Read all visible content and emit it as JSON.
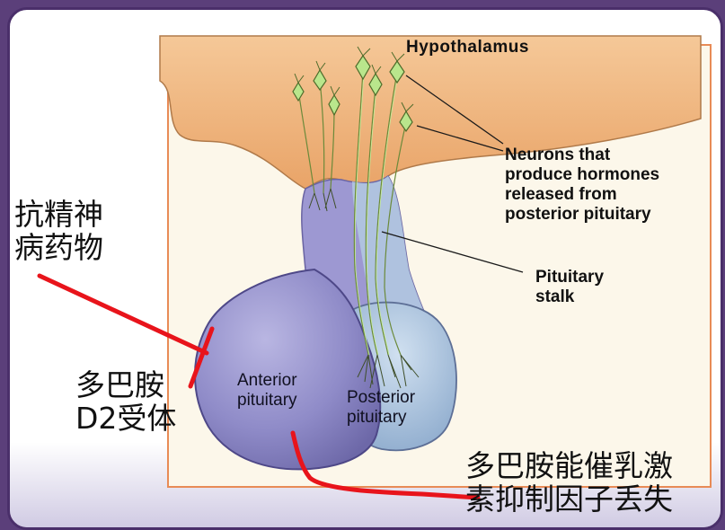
{
  "labels": {
    "hypothalamus": "Hypothalamus",
    "neurons": "Neurons that\nproduce hormones\nreleased from\nposterior pituitary",
    "stalk": "Pituitary\nstalk",
    "anterior": "Anterior\npituitary",
    "posterior": "Posterior\npituitary"
  },
  "annotations": {
    "antipsychotic": "抗精神\n病药物",
    "d2_receptor": "多巴胺\nD2受体",
    "prolactin": "多巴胺能催乳激\n素抑制因子丢失"
  },
  "colors": {
    "hypothalamus": "#f0b27a",
    "anterior": "#8a86c4",
    "posterior": "#a9c4e0",
    "neuron": "#b5e08c",
    "annotation_line": "#e8141b",
    "frame": "#e88b56"
  }
}
